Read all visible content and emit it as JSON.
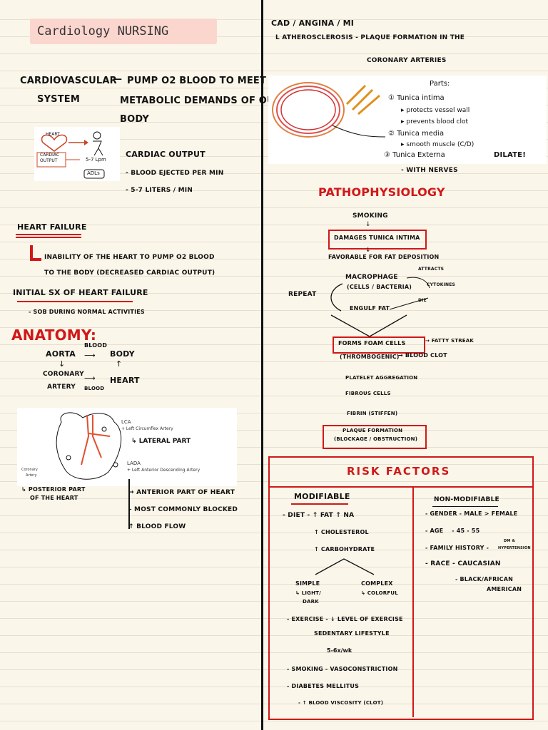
{
  "title": "Cardiology NURSING",
  "left": {
    "cv_system": {
      "term": "CARDIOVASCULAR SYSTEM",
      "term_l1": "CARDIOVASCULAR",
      "term_l2": "SYSTEM",
      "def_l1": "PUMP O2 BLOOD TO MEET",
      "def_l2": "METABOLIC DEMANDS OF OUR",
      "def_l3": "BODY"
    },
    "heart_diagram": {
      "heart_label": "HEART",
      "box_label_l1": "CARDIAC",
      "box_label_l2": "OUTPUT",
      "rate": "5-7 Lpm",
      "adls": "ADLs"
    },
    "cardiac_output": {
      "heading": "CARDIAC OUTPUT",
      "item1": "- BLOOD EJECTED PER MIN",
      "item2": "- 5-7 LITERS / MIN"
    },
    "heart_failure": {
      "heading": "HEART FAILURE",
      "def_l1": "INABILITY OF THE HEART TO PUMP O2 BLOOD",
      "def_l2": "TO THE BODY (DECREASED CARDIAC OUTPUT)",
      "initial_heading": "INITIAL SX OF HEART FAILURE",
      "initial_item": "- SOB DURING NORMAL ACTIVITIES"
    },
    "anatomy": {
      "heading": "ANATOMY:",
      "aorta": "AORTA",
      "blood1": "BLOOD",
      "body": "BODY",
      "coronary_l1": "CORONARY",
      "coronary_l2": "ARTERY",
      "blood2": "BLOOD",
      "heart": "HEART"
    },
    "anatomy_diagram": {
      "lca": "LCA",
      "lca_full": "+ Left Circumflex Artery",
      "lateral": "LATERAL PART",
      "lada": "LADA",
      "lada_full": "+ Left Anterior Descending Artery",
      "rca_l1": "Coronary",
      "rca_l2": "Artery",
      "posterior_l1": "POSTERIOR PART",
      "posterior_l2": "OF THE HEART",
      "lada_note1": "ANTERIOR PART OF HEART",
      "lada_note2": "MOST COMMONLY BLOCKED",
      "lada_note3": "BLOOD FLOW"
    }
  },
  "right": {
    "cad": {
      "heading": "CAD / ANGINA / MI",
      "athero": "ATHEROSCLEROSIS - PLAQUE FORMATION IN THE",
      "athero_l2": "CORONARY ARTERIES"
    },
    "artery_diagram": {
      "parts": "Parts:",
      "p1": "Tunica intima",
      "p1a": "protects vessel wall",
      "p1b": "prevents blood clot",
      "p2": "Tunica media",
      "p2a": "smooth muscle (C/D)",
      "p3": "Tunica Externa",
      "dilate": "DILATE!",
      "nerves": "- WITH NERVES"
    },
    "patho": {
      "heading": "PATHOPHYSIOLOGY",
      "smoking": "SMOKING",
      "damages": "DAMAGES TUNICA INTIMA",
      "favorable": "FAVORABLE FOR FAT DEPOSITION",
      "macrophage": "MACROPHAGE",
      "cells": "(CELLS / BACTERIA)",
      "attracts": "ATTRACTS",
      "cytokines": "CYTOKINES",
      "die": "DIE",
      "engulf": "ENGULF FAT",
      "repeat": "REPEAT",
      "foam": "FORMS FOAM CELLS",
      "fatty": "FATTY STREAK",
      "thrombo": "(THROMBOGENIC)",
      "clot": "BLOOD CLOT",
      "platelet": "PLATELET AGGREGATION",
      "fibrous": "FIBROUS CELLS",
      "fibrin": "FIBRIN (STIFFEN)",
      "plaque": "PLAQUE FORMATION",
      "blockage": "(BLOCKAGE / OBSTRUCTION)"
    },
    "risk": {
      "heading": "RISK FACTORS",
      "mod_heading": "MODIFIABLE",
      "diet": "- DIET - ↑ FAT ↑ NA",
      "chol": "↑ CHOLESTEROL",
      "carb": "↑ CARBOHYDRATE",
      "simple": "SIMPLE",
      "simple_sub_l1": "LIGHT/",
      "simple_sub_l2": "DARK",
      "complex": "COMPLEX",
      "complex_sub": "COLORFUL",
      "exercise": "- EXERCISE - ↓ LEVEL OF EXERCISE",
      "sedentary": "SEDENTARY LIFESTYLE",
      "freq": "5-6x/wk",
      "smoking": "- SMOKING - VASOCONSTRICTION",
      "diabetes": "- DIABETES MELLITUS",
      "viscosity": "- ↑ BLOOD VISCOSITY (CLOT)",
      "nonmod_heading": "NON-MODIFIABLE",
      "gender": "- GENDER - MALE > FEMALE",
      "age": "- AGE    - 45 - 55",
      "family": "- FAMILY HISTORY -",
      "family_sub_l1": "DM &",
      "family_sub_l2": "HYPERTENSION",
      "race": "- RACE - CAUCASIAN",
      "race2_l1": "- BLACK/AFRICAN",
      "race2_l2": "AMERICAN"
    }
  }
}
